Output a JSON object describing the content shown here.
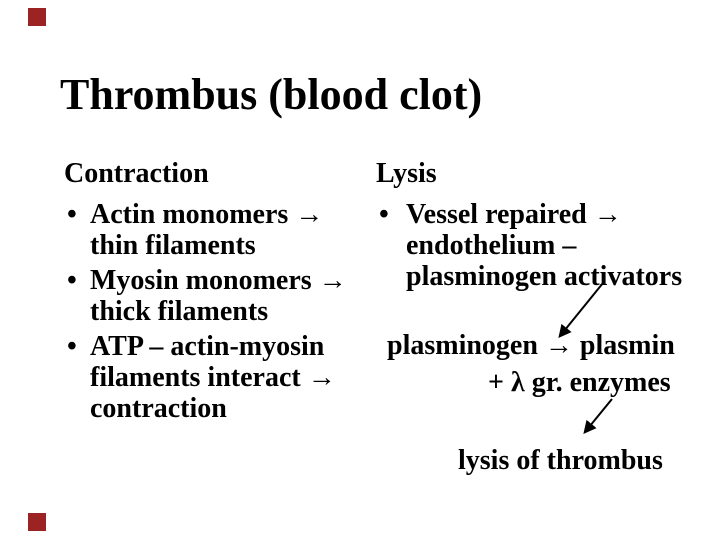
{
  "slide": {
    "title": "Thrombus (blood clot)",
    "accent_color": "#9b2323",
    "bullet_char": "•",
    "contraction": {
      "heading": "Contraction",
      "bullets": [
        {
          "lines": [
            "Actin monomers →",
            "thin filaments"
          ]
        },
        {
          "lines": [
            "Myosin monomers →",
            "thick filaments"
          ]
        },
        {
          "lines": [
            "ATP – actin-myosin",
            "filaments interact →",
            "contraction"
          ]
        }
      ]
    },
    "lysis": {
      "heading": "Lysis",
      "bullets": [
        {
          "lines": [
            "Vessel repaired →",
            "endothelium –",
            "plasminogen activators"
          ]
        }
      ],
      "flow": {
        "step1": "plasminogen → plasmin",
        "step2": "+ λ gr. enzymes",
        "result": "lysis of thrombus"
      }
    }
  }
}
